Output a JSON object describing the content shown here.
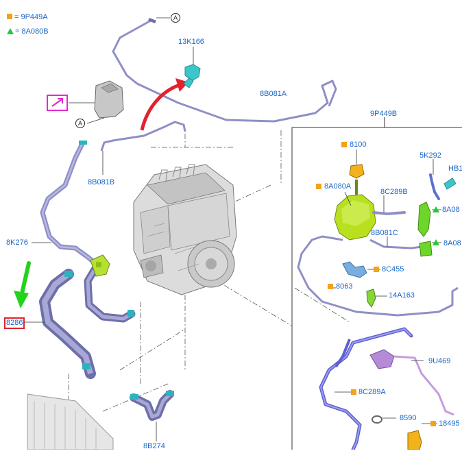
{
  "legend": {
    "square_ref": "= 9P449A",
    "triangle_ref": "= 8A080B"
  },
  "callout_letter": "A",
  "labels": {
    "p13K166": "13K166",
    "p8B081A": "8B081A",
    "p9P449B": "9P449B",
    "p8B081B": "8B081B",
    "p8K276": "8K276",
    "p8286": "8286",
    "p8B274": "8B274",
    "p8100": "8100",
    "p5K292": "5K292",
    "pHB1": "HB1",
    "p8A080A": "8A080A",
    "p8C289B": "8C289B",
    "p8A08a": "8A08",
    "p8B081C": "8B081C",
    "p8A08b": "8A08",
    "p8C455": "8C455",
    "p8063": "8063",
    "p14A163": "14A163",
    "p9U469": "9U469",
    "p8C289A": "8C289A",
    "p8590": "8590",
    "p18495": "18495"
  },
  "colors": {
    "label_blue": "#1a66c9",
    "hose_purple": "#8f8fc7",
    "hose_dark": "#6e6ea8",
    "clamp_teal": "#2bb4c0",
    "tank_green": "#a8d61f",
    "indicator_green": "#22c93a",
    "indicator_orange": "#f2a21b",
    "highlight_red": "#e0232d",
    "motion_arrow_red": "#e0232d",
    "magenta_icon": "#e02bd0"
  },
  "icons": [
    "callout-circle-icon",
    "magenta-link-icon",
    "motion-arrow-icon",
    "pointer-arrow-icon"
  ]
}
